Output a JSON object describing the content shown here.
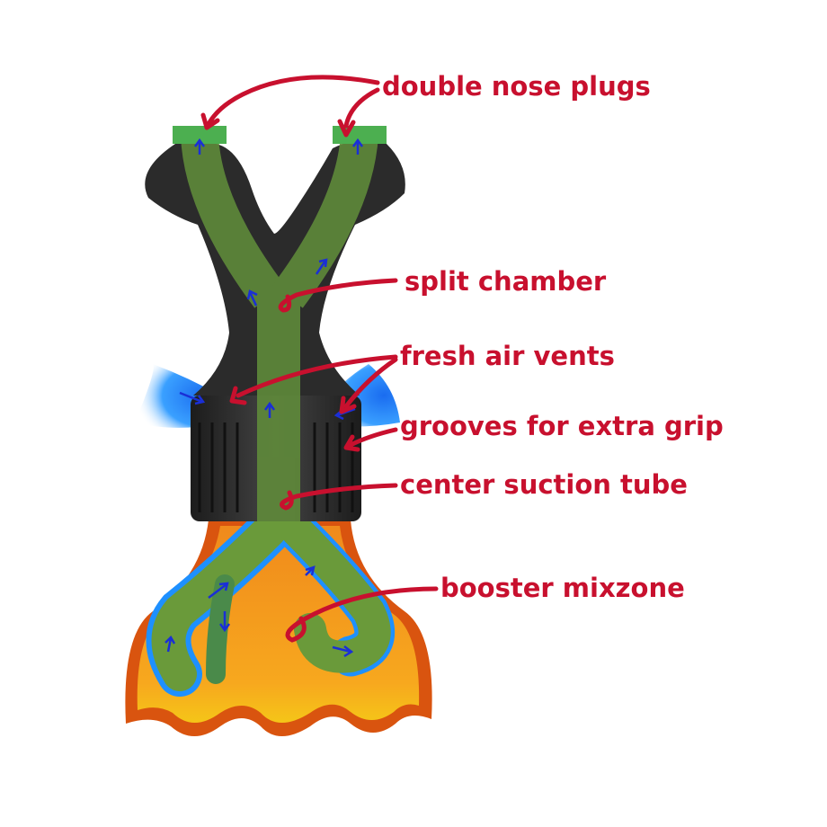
{
  "labels": {
    "nose_plugs": "double nose plugs",
    "split_chamber": "split chamber",
    "vents": "fresh air vents",
    "grooves": "grooves for extra grip",
    "center_tube": "center suction tube",
    "mixzone": "booster mixzone"
  },
  "colors": {
    "label": "#c8102e",
    "body": "#2a2a2a",
    "tube": "#5a8a3a",
    "vent": "#1e90ff",
    "base_outer": "#d9540f",
    "base_inner": "#f5a623",
    "arrow": "#1a2fd6"
  }
}
